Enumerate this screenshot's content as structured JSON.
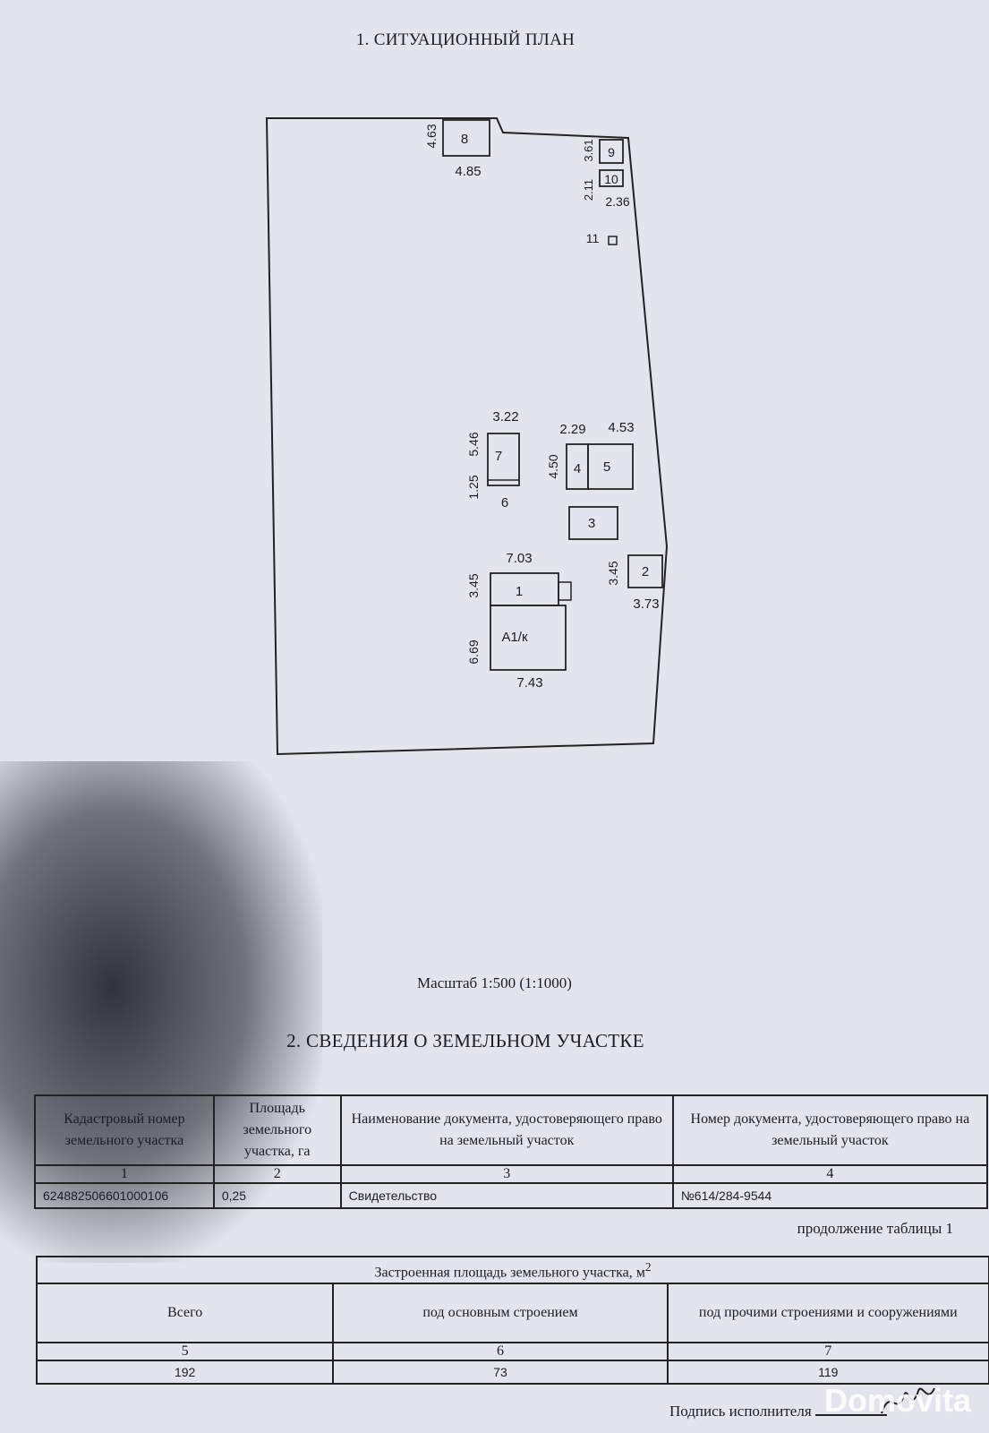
{
  "section1_title": "1. СИТУАЦИОННЫЙ ПЛАН",
  "plan": {
    "buildings": {
      "b8": "8",
      "b9": "9",
      "b10": "10",
      "b11": "11",
      "b7": "7",
      "b4": "4",
      "b5": "5",
      "b3": "3",
      "b2": "2",
      "b1": "1",
      "a1k": "А1/к"
    },
    "dims": {
      "d463": "4.63",
      "d485": "4.85",
      "d361": "3.61",
      "d211": "2.11",
      "d236": "2.36",
      "d322": "3.22",
      "d546": "5.46",
      "d125": "1.25",
      "d6": "6",
      "d229": "2.29",
      "d453": "4.53",
      "d450": "4.50",
      "d703": "7.03",
      "d345a": "3.45",
      "d345b": "3.45",
      "d373": "3.73",
      "d669": "6.69",
      "d743": "7.43"
    }
  },
  "scale_text": "Масштаб 1:500 (1:1000)",
  "section2_title": "2. СВЕДЕНИЯ О ЗЕМЕЛЬНОМ УЧАСТКЕ",
  "table1": {
    "headers": [
      "Кадастровый номер земельного участка",
      "Площадь земельного участка, га",
      "Наименование документа, удостоверяющего право на земельный участок",
      "Номер документа, удостоверяющего право на земельный участок"
    ],
    "nums": [
      "1",
      "2",
      "3",
      "4"
    ],
    "values": [
      "624882506601000106",
      "0,25",
      "Свидетельство",
      "№614/284-9544"
    ]
  },
  "continuation": "продолжение таблицы 1",
  "table2": {
    "top_header": "Застроенная площадь земельного участка, м",
    "top_header_sup": "2",
    "headers": [
      "Всего",
      "под основным строением",
      "под прочими строениями и сооружениями"
    ],
    "nums": [
      "5",
      "6",
      "7"
    ],
    "values": [
      "192",
      "73",
      "119"
    ]
  },
  "signature_label": "Подпись исполнителя",
  "watermark": "Domovita"
}
